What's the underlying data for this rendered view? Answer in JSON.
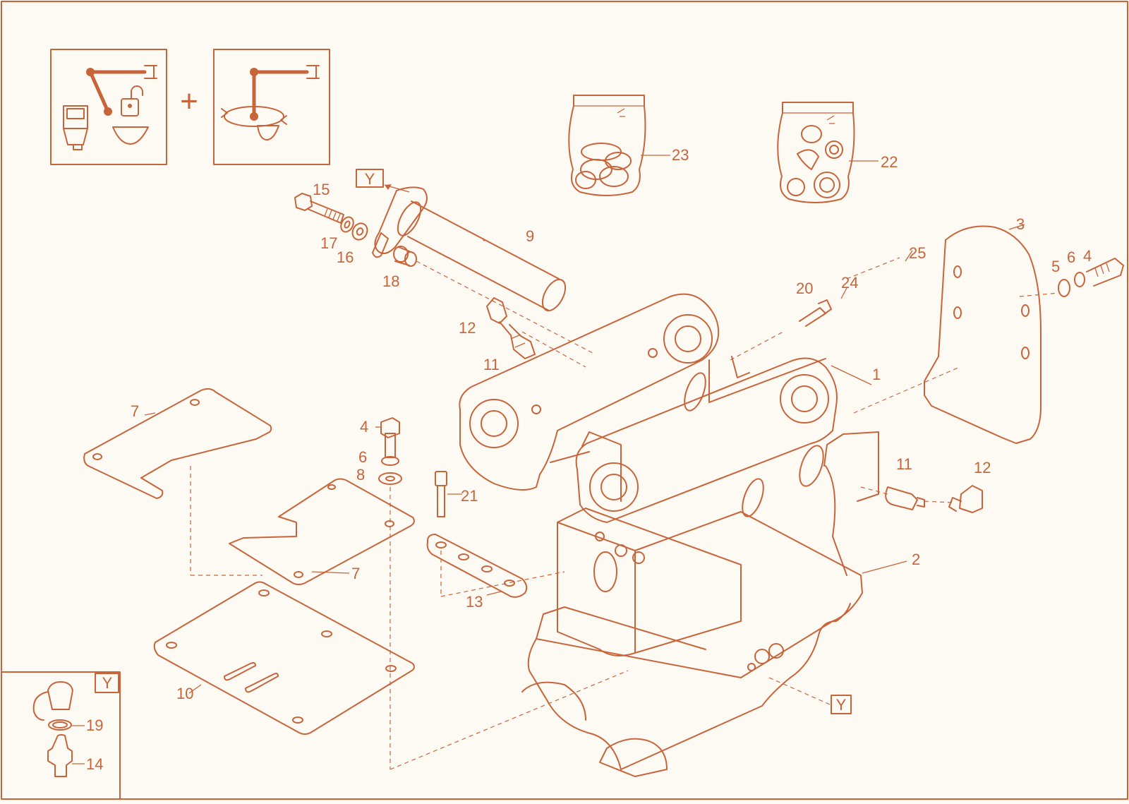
{
  "accent_color": "#c8643a",
  "background_color": "#fdfaf4",
  "symbols": {
    "icon1": "switch-unlock-bucket-icon",
    "plus": "+",
    "icon2": "rotate-bucket-icon"
  },
  "view_markers": {
    "top": "Y",
    "right": "Y",
    "inset": "Y"
  },
  "callouts": {
    "c1": "1",
    "c2": "2",
    "c3": "3",
    "c4a": "4",
    "c4b": "4",
    "c5": "5",
    "c6a": "6",
    "c6b": "6",
    "c7a": "7",
    "c7b": "7",
    "c8": "8",
    "c9": "9",
    "c10": "10",
    "c11a": "11",
    "c11b": "11",
    "c12a": "12",
    "c12b": "12",
    "c13": "13",
    "c14": "14",
    "c15": "15",
    "c16": "16",
    "c17": "17",
    "c18": "18",
    "c19": "19",
    "c20": "20",
    "c21": "21",
    "c22": "22",
    "c23": "23",
    "c24": "24",
    "c25": "25"
  }
}
